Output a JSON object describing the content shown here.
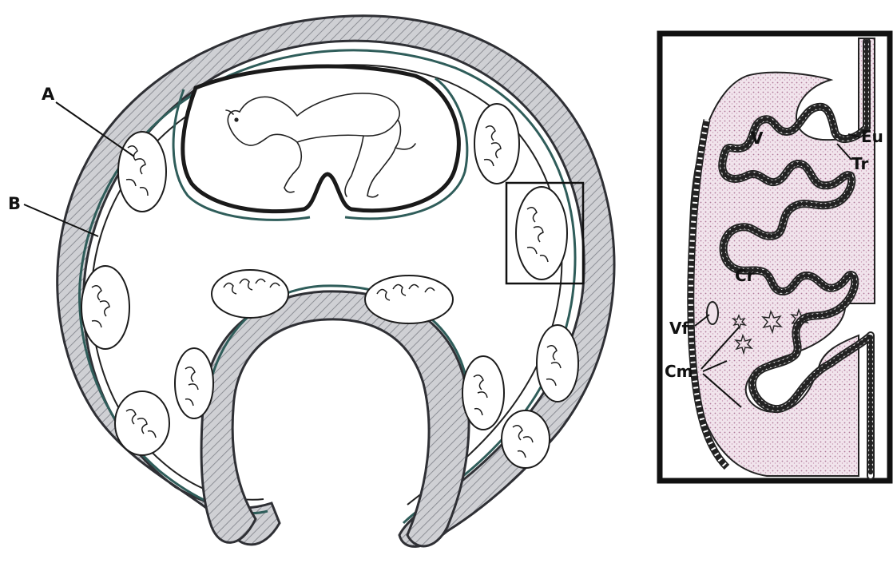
{
  "colors": {
    "wall_fill": "#c9c9cc",
    "wall_stroke": "#2f3035",
    "teal_edge": "#2f5d5a",
    "tissue": "#e9d4df",
    "tissue_dot": "#b07a99",
    "ink": "#111111"
  },
  "icons": {
    "fetus": "lamb-fetus-icon"
  },
  "labels": {
    "A": "A",
    "B": "B",
    "V": "V",
    "Eu": "Eu",
    "Tr": "Tr",
    "Cr": "Cr",
    "Vf": "Vf",
    "Cm": "Cm"
  }
}
